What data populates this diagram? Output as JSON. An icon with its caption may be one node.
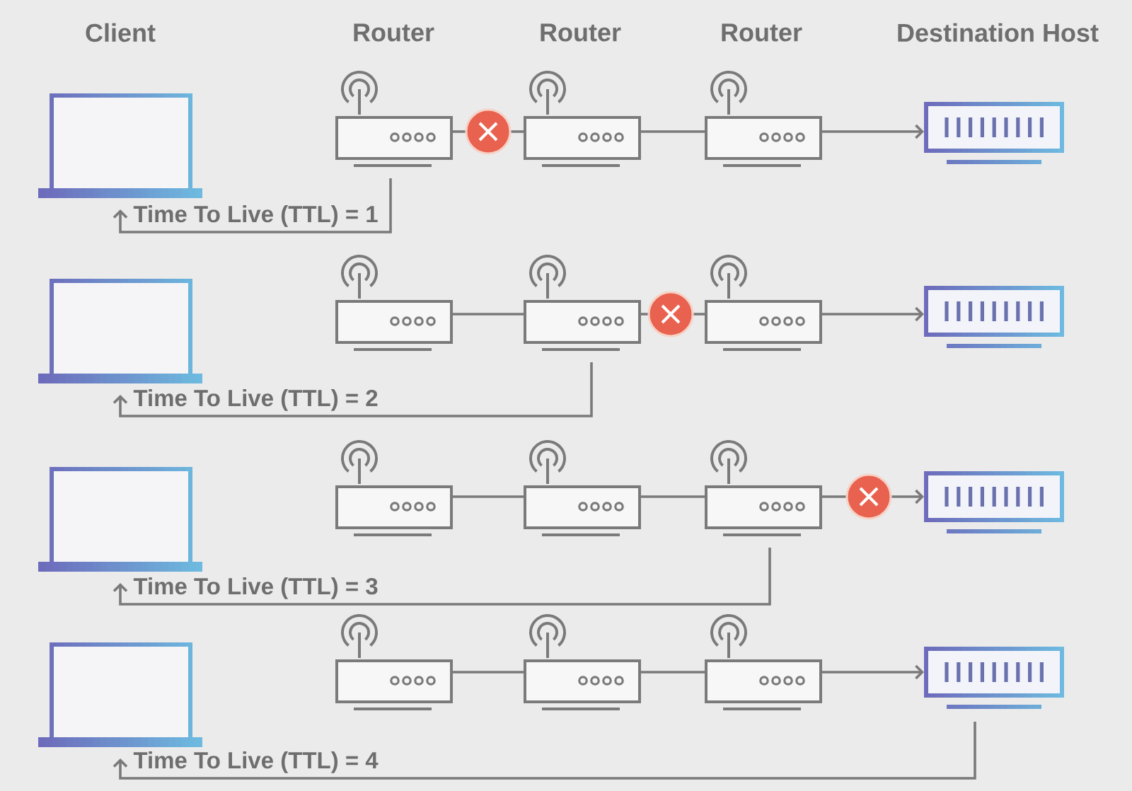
{
  "diagram": {
    "nodes": [
      {
        "text": [],
        "shape": "laptop"
      },
      {
        "text": [],
        "shape": "router"
      },
      {
        "text": [],
        "shape": "circle"
      },
      {
        "text": [],
        "shape": "router"
      },
      {
        "text": [],
        "shape": "router"
      },
      {
        "text": [],
        "shape": "monitor"
      },
      {
        "text": [],
        "shape": "laptop"
      },
      {
        "text": [],
        "shape": "router"
      },
      {
        "text": [],
        "shape": "router"
      },
      {
        "text": [],
        "shape": "circle"
      },
      {
        "text": [],
        "shape": "router"
      },
      {
        "text": [],
        "shape": "monitor"
      },
      {
        "text": [],
        "shape": "laptop"
      },
      {
        "text": [],
        "shape": "router"
      },
      {
        "text": [],
        "shape": "router"
      },
      {
        "text": [],
        "shape": "router"
      },
      {
        "text": [],
        "shape": "circle"
      },
      {
        "text": [],
        "shape": "monitor"
      },
      {
        "text": [],
        "shape": "laptop"
      },
      {
        "text": [],
        "shape": "router"
      },
      {
        "text": [],
        "shape": "router"
      },
      {
        "text": [],
        "shape": "router"
      },
      {
        "text": [],
        "shape": "monitor"
      }
    ],
    "edges": [
      {
        "from": 1,
        "to": 2,
        "arrow": "none"
      },
      {
        "from": 2,
        "to": 3,
        "arrow": "none"
      },
      {
        "from": 3,
        "to": 4,
        "arrow": "none"
      },
      {
        "from": 4,
        "to": 5,
        "arrow": "to"
      },
      {
        "from": 1,
        "to": 0,
        "arrow": "to",
        "label": "Time To Live (TTL) = 1"
      },
      {
        "from": 7,
        "to": 8,
        "arrow": "none"
      },
      {
        "from": 8,
        "to": 9,
        "arrow": "none"
      },
      {
        "from": 9,
        "to": 10,
        "arrow": "none"
      },
      {
        "from": 10,
        "to": 11,
        "arrow": "to"
      },
      {
        "from": 8,
        "to": 6,
        "arrow": "to",
        "label": "Time To Live (TTL) = 2"
      },
      {
        "from": 13,
        "to": 14,
        "arrow": "none"
      },
      {
        "from": 14,
        "to": 15,
        "arrow": "none"
      },
      {
        "from": 15,
        "to": 16,
        "arrow": "none"
      },
      {
        "from": 16,
        "to": 17,
        "arrow": "to"
      },
      {
        "from": 15,
        "to": 12,
        "arrow": "to",
        "label": "Time To Live (TTL) = 3"
      },
      {
        "from": 19,
        "to": 20,
        "arrow": "none"
      },
      {
        "from": 20,
        "to": 21,
        "arrow": "none"
      },
      {
        "from": 21,
        "to": 22,
        "arrow": "to"
      },
      {
        "from": 22,
        "to": 18,
        "arrow": "to",
        "label": "Time To Live (TTL) = 4"
      }
    ],
    "labels": [
      "Client",
      "Router",
      "Router",
      "Router",
      "Destination Host"
    ]
  }
}
